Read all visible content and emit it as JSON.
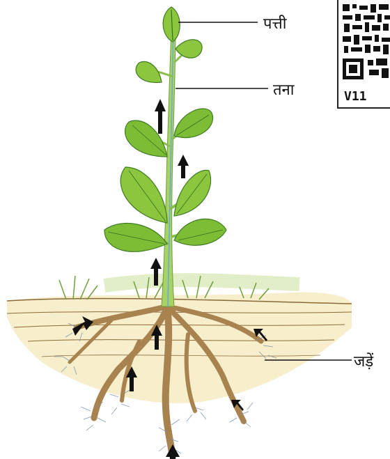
{
  "labels": {
    "leaf": "पत्ती",
    "stem": "तना",
    "roots": "जड़ें"
  },
  "qr": {
    "caption": "V11"
  },
  "colors": {
    "leaf_fill": "#8cc63f",
    "leaf_dark": "#4f8f2a",
    "stem": "#9ccd5a",
    "vein": "#6aa8d8",
    "root": "#b08a5a",
    "soil": "#f3e7b8",
    "grass": "#b9d98a"
  }
}
